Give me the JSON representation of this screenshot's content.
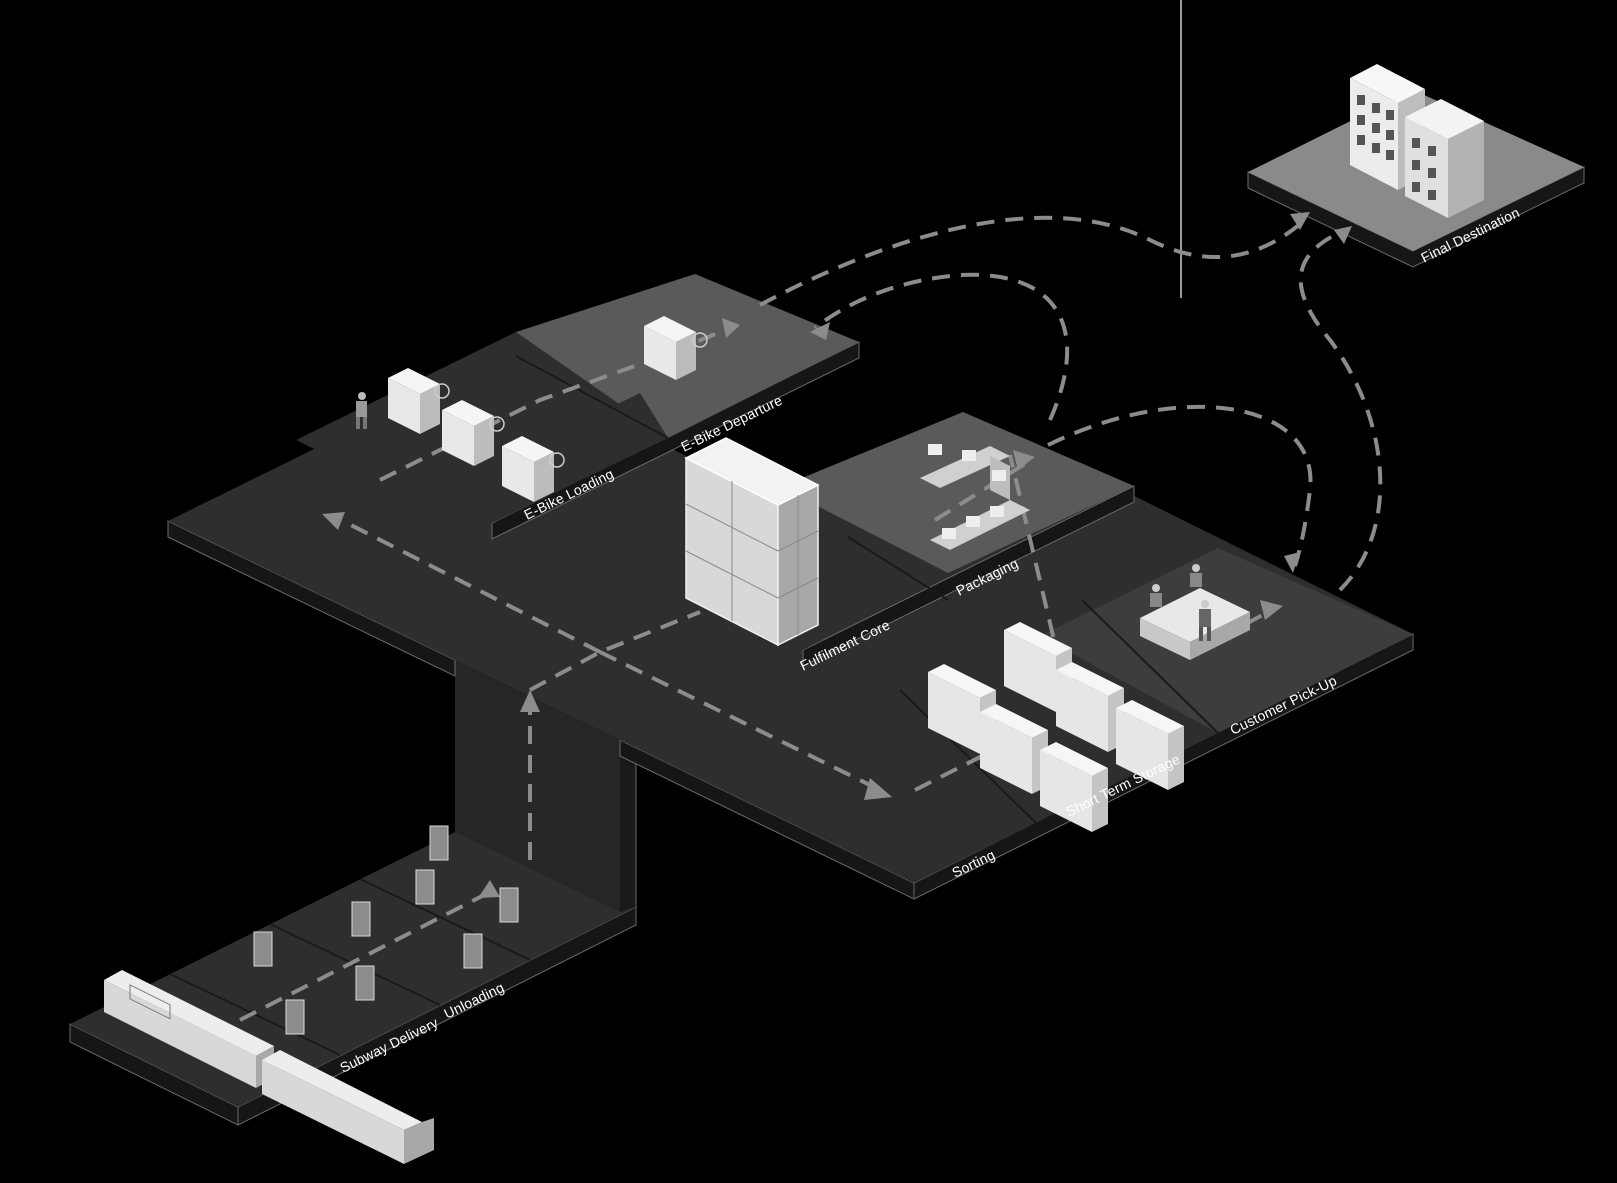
{
  "zones": {
    "subway_delivery": "Subway Delivery",
    "unloading": "Unloading",
    "e_bike_loading": "E-Bike Loading",
    "e_bike_departure": "E-Bike Departure",
    "fulfilment_core": "Fulfilment Core",
    "packaging": "Packaging",
    "sorting": "Sorting",
    "short_term_storage": "Short Term Storage",
    "customer_pick_up": "Customer Pick-Up",
    "final_destination": "Final Destination"
  },
  "colors": {
    "background": "#000000",
    "floor_dark": "#2e2e2e",
    "floor_mid": "#3d3d3d",
    "floor_light": "#5a5a5a",
    "flow_arrow": "#8c8c8c",
    "label": "#ffffff"
  }
}
